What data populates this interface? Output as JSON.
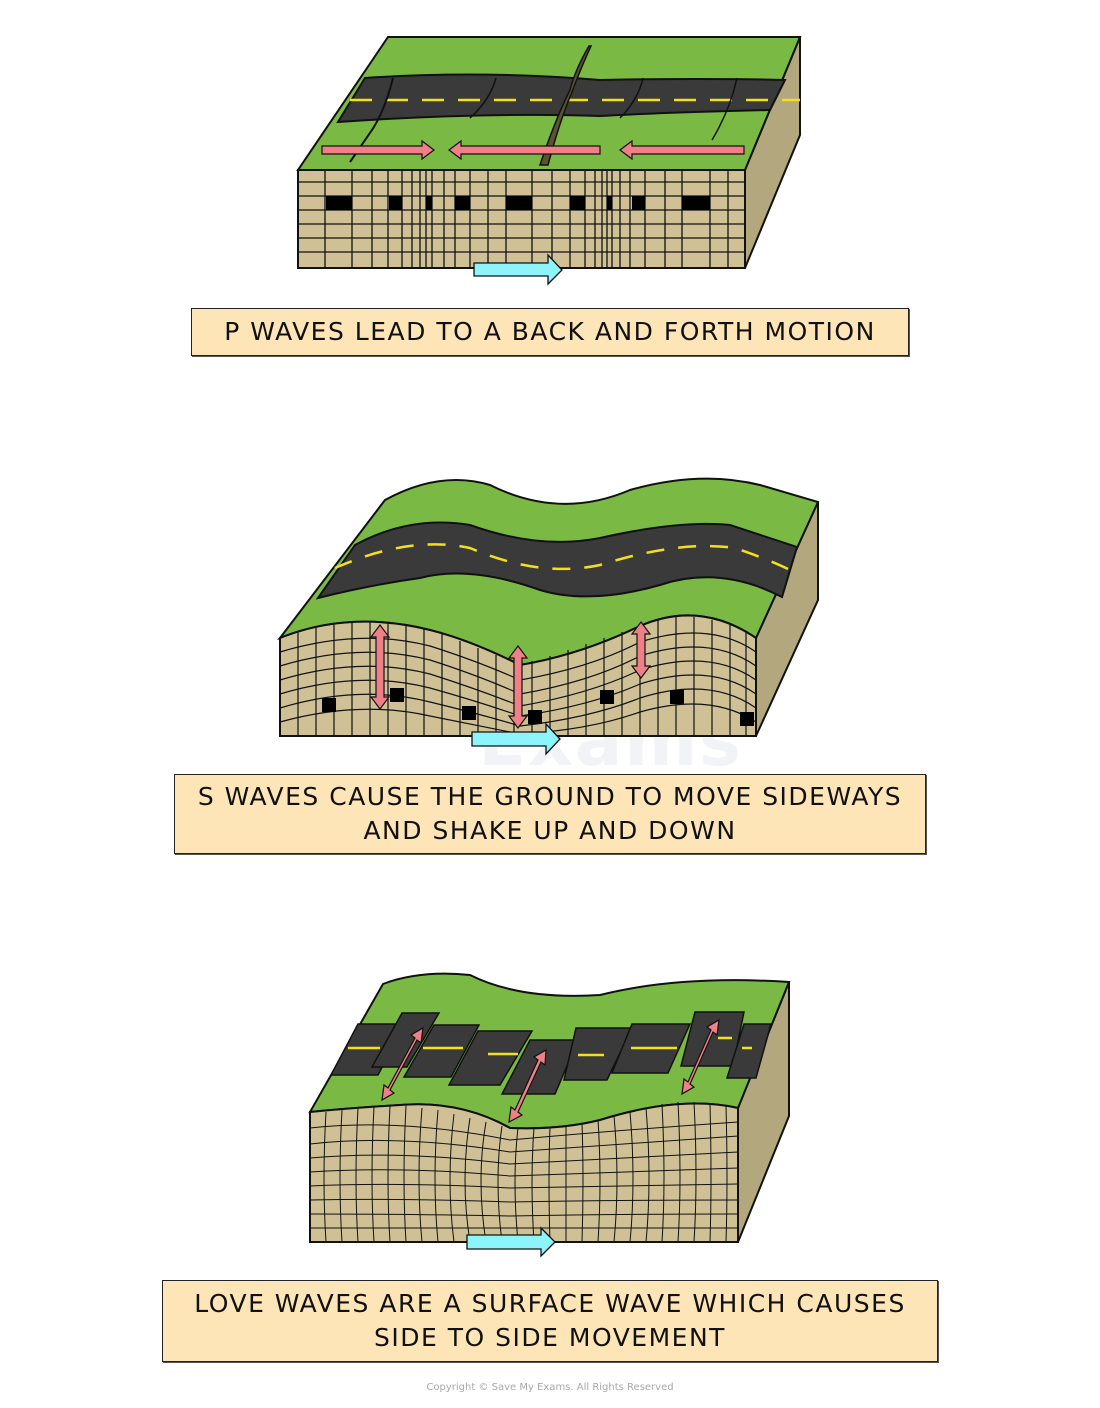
{
  "diagram": {
    "panels": [
      {
        "id": "p-waves",
        "label_lines": [
          "P WAVES LEAD TO A BACK AND FORTH MOTION"
        ],
        "surface_arrows": [
          "right",
          "left",
          "left"
        ],
        "propagation_arrow": "right"
      },
      {
        "id": "s-waves",
        "label_lines": [
          "S WAVES CAUSE THE GROUND TO MOVE SIDEWAYS",
          "AND SHAKE UP AND DOWN"
        ],
        "surface_arrows": [
          "up-down",
          "up-down",
          "up-down"
        ],
        "propagation_arrow": "right"
      },
      {
        "id": "love-waves",
        "label_lines": [
          "LOVE WAVES ARE A SURFACE WAVE WHICH CAUSES",
          "SIDE TO SIDE MOVEMENT"
        ],
        "surface_arrows": [
          "diagonal",
          "diagonal",
          "diagonal"
        ],
        "propagation_arrow": "right"
      }
    ],
    "watermark": "Exams",
    "copyright": "Copyright © Save My Exams. All Rights Reserved",
    "colors": {
      "grass": "#7aba44",
      "road": "#3a3a3a",
      "road_line": "#f3e01a",
      "rock": "#cfc095",
      "rock_side": "#b3a77e",
      "motion_arrow": "#f08088",
      "propagation_arrow": "#8ef4fb",
      "label_bg": "#fde5b8"
    }
  }
}
